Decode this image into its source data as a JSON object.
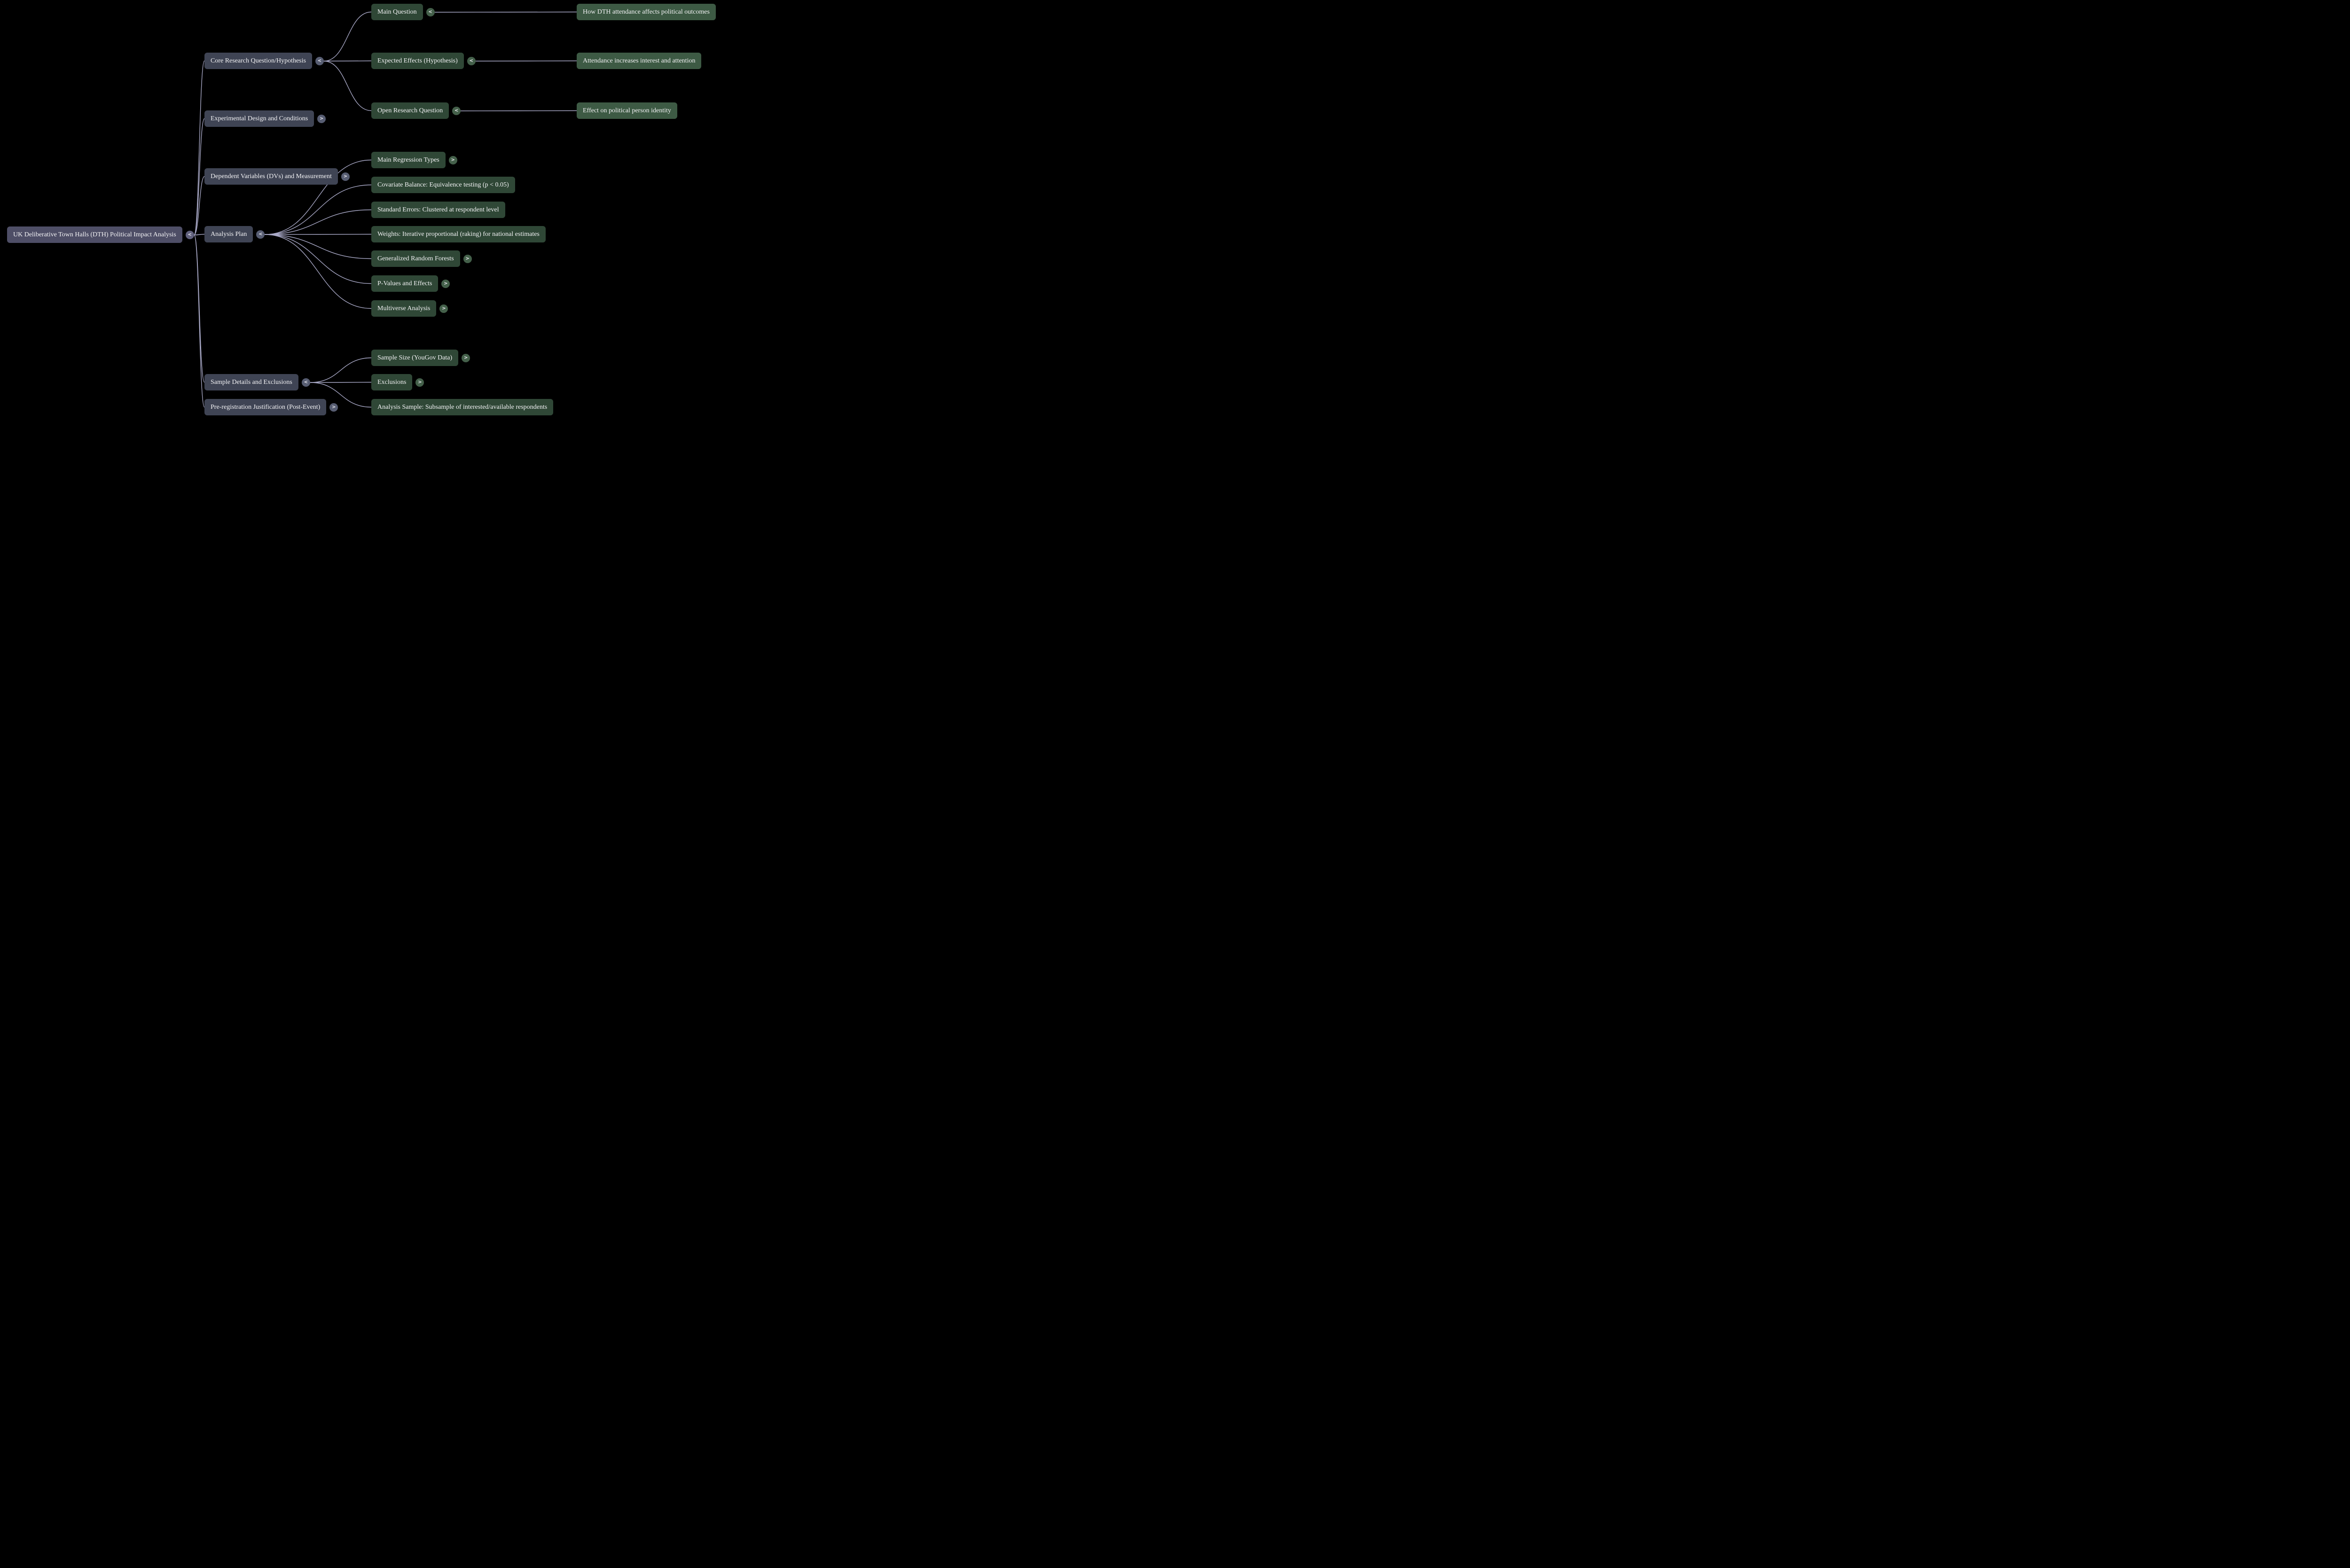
{
  "colors": {
    "background": "#000000",
    "root_node": "#4e4e66",
    "branch_node": "#3f4454",
    "sub_node": "#2f4736",
    "leaf_node": "#3d5a44",
    "edge": "#a9a9c7"
  },
  "nodes": {
    "root": {
      "label": "UK Deliberative Town Halls (DTH) Political Impact Analysis",
      "toggle": "<"
    },
    "core": {
      "label": "Core Research Question/Hypothesis",
      "toggle": "<"
    },
    "experimental": {
      "label": "Experimental Design and Conditions",
      "toggle": ">"
    },
    "dependent": {
      "label": "Dependent Variables (DVs) and Measurement",
      "toggle": ">"
    },
    "analysis": {
      "label": "Analysis Plan",
      "toggle": "<"
    },
    "sample": {
      "label": "Sample Details and Exclusions",
      "toggle": "<"
    },
    "prereg": {
      "label": "Pre-registration Justification (Post-Event)",
      "toggle": ">"
    },
    "main_question": {
      "label": "Main Question",
      "toggle": "<"
    },
    "expected_effects": {
      "label": "Expected Effects (Hypothesis)",
      "toggle": "<"
    },
    "open_question": {
      "label": "Open Research Question",
      "toggle": "<"
    },
    "q_outcome": {
      "label": "How DTH attendance affects political outcomes"
    },
    "q_interest": {
      "label": "Attendance increases interest and attention"
    },
    "q_identity": {
      "label": "Effect on political person identity"
    },
    "regression": {
      "label": "Main Regression Types",
      "toggle": ">"
    },
    "covariate": {
      "label": "Covariate Balance: Equivalence testing (p < 0.05)"
    },
    "stderr": {
      "label": "Standard Errors: Clustered at respondent level"
    },
    "weights": {
      "label": "Weights: Iterative proportional (raking) for national estimates"
    },
    "grf": {
      "label": "Generalized Random Forests",
      "toggle": ">"
    },
    "pvalues": {
      "label": "P-Values and Effects",
      "toggle": ">"
    },
    "multiverse": {
      "label": "Multiverse Analysis",
      "toggle": ">"
    },
    "sample_size": {
      "label": "Sample Size (YouGov Data)",
      "toggle": ">"
    },
    "exclusions": {
      "label": "Exclusions",
      "toggle": ">"
    },
    "analysis_sample": {
      "label": "Analysis Sample: Subsample of interested/available respondents"
    }
  }
}
